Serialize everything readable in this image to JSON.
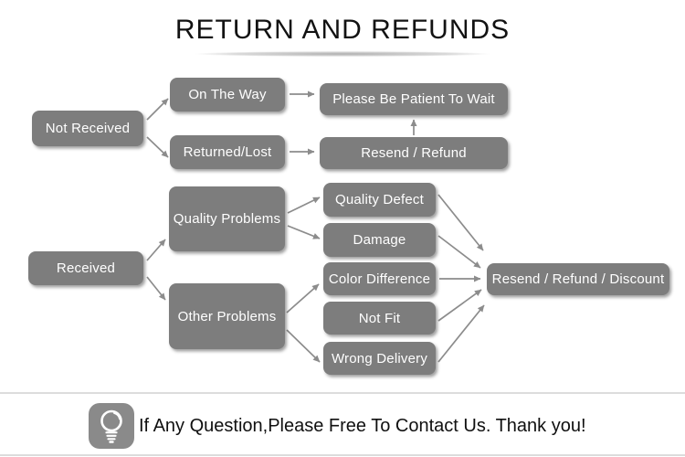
{
  "title": "RETURN AND REFUNDS",
  "colors": {
    "node_fill": "#7d7d7d",
    "node_text": "#ffffff",
    "arrow": "#8c8c8c",
    "divider": "#dcdcdc",
    "icon_fill": "#8a8a8a"
  },
  "flowchart": {
    "nodes": {
      "not_received": "Not Received",
      "on_the_way": "On The Way",
      "returned_lost": "Returned/Lost",
      "please_wait": "Please Be Patient To Wait",
      "resend_refund": "Resend / Refund",
      "received": "Received",
      "quality_problems": "Quality Problems",
      "other_problems": "Other Problems",
      "quality_defect": "Quality Defect",
      "damage": "Damage",
      "color_difference": "Color Difference",
      "not_fit": "Not Fit",
      "wrong_delivery": "Wrong Delivery",
      "resend_refund_discount": "Resend / Refund / Discount"
    },
    "edges": [
      {
        "from": "not_received",
        "to": "on_the_way"
      },
      {
        "from": "not_received",
        "to": "returned_lost"
      },
      {
        "from": "on_the_way",
        "to": "please_wait"
      },
      {
        "from": "returned_lost",
        "to": "resend_refund"
      },
      {
        "from": "resend_refund",
        "to": "please_wait"
      },
      {
        "from": "received",
        "to": "quality_problems"
      },
      {
        "from": "received",
        "to": "other_problems"
      },
      {
        "from": "quality_problems",
        "to": "quality_defect"
      },
      {
        "from": "quality_problems",
        "to": "damage"
      },
      {
        "from": "other_problems",
        "to": "color_difference"
      },
      {
        "from": "other_problems",
        "to": "wrong_delivery"
      },
      {
        "from": "quality_defect",
        "to": "resend_refund_discount"
      },
      {
        "from": "damage",
        "to": "resend_refund_discount"
      },
      {
        "from": "color_difference",
        "to": "resend_refund_discount"
      },
      {
        "from": "not_fit",
        "to": "resend_refund_discount"
      },
      {
        "from": "wrong_delivery",
        "to": "resend_refund_discount"
      }
    ]
  },
  "footer": {
    "icon": "light-bulb-icon",
    "message": "If Any Question,Please Free To Contact Us. Thank you!"
  }
}
